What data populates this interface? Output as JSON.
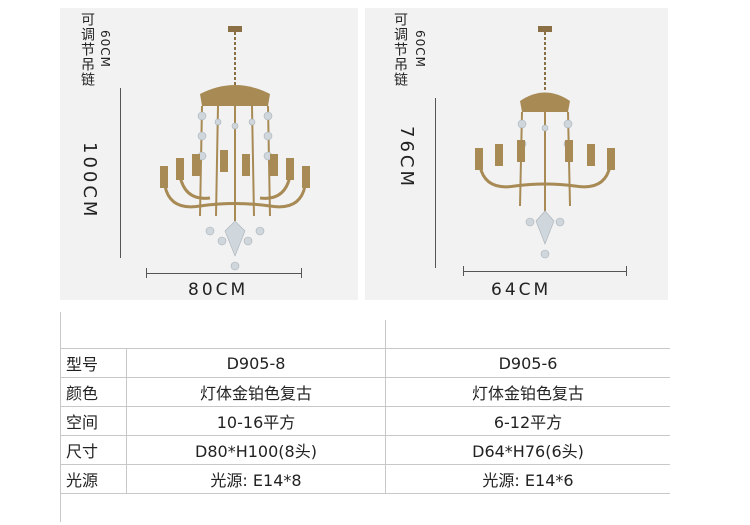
{
  "left": {
    "chain_label": "可调节吊链",
    "chain_length": "60CM",
    "height": "100CM",
    "width": "80CM"
  },
  "right": {
    "chain_label": "可调节吊链",
    "chain_length": "60CM",
    "height": "76CM",
    "width": "64CM"
  },
  "table": {
    "rows": [
      {
        "label": "型号",
        "a": "D905-8",
        "b": "D905-6"
      },
      {
        "label": "颜色",
        "a": "灯体金铂色复古",
        "b": "灯体金铂色复古"
      },
      {
        "label": "空间",
        "a": "10-16平方",
        "b": "6-12平方"
      },
      {
        "label": "尺寸",
        "a": "D80*H100(8头)",
        "b": "D64*H76(6头)"
      },
      {
        "label": "光源",
        "a": "光源: E14*8",
        "b": "光源: E14*6"
      }
    ]
  },
  "colors": {
    "panel": "#f2f2f2",
    "brass": "#a88a55",
    "crystal": "#cfd6dc"
  }
}
